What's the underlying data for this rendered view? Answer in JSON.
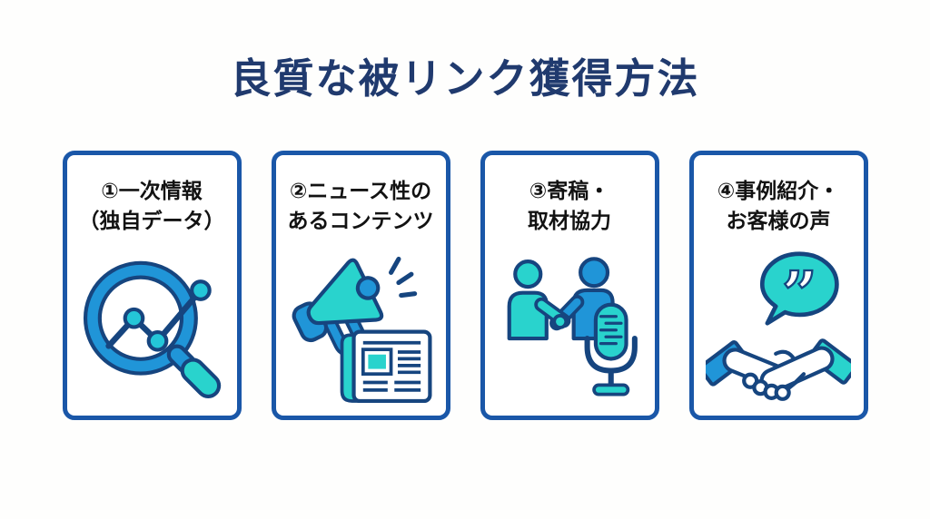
{
  "page": {
    "background_color": "#fefefd"
  },
  "title": {
    "text": "良質な被リンク獲得方法",
    "color": "#203a6e"
  },
  "colors": {
    "card_border": "#1a57a8",
    "icon_outline_navy": "#16457f",
    "icon_blue": "#2095d8",
    "icon_teal": "#29d3cd",
    "label_text": "#121212"
  },
  "cards": [
    {
      "number": "①",
      "label_line1": "①一次情報",
      "label_line2": "（独自データ）",
      "icon": "magnifier-chart-icon",
      "icon_description": "magnifying glass with line chart and data points"
    },
    {
      "number": "②",
      "label_line1": "②ニュース性の",
      "label_line2": "あるコンテンツ",
      "icon": "megaphone-newspaper-icon",
      "icon_description": "megaphone with sound lines and newspaper"
    },
    {
      "number": "③",
      "label_line1": "③寄稿・",
      "label_line2": "取材協力",
      "icon": "interview-microphone-icon",
      "icon_description": "two people shaking hands and a studio microphone"
    },
    {
      "number": "④",
      "label_line1": "④事例紹介・",
      "label_line2": "お客様の声",
      "icon": "handshake-testimonial-icon",
      "icon_description": "handshake with quotation speech bubble",
      "quote_glyph": "”"
    }
  ]
}
